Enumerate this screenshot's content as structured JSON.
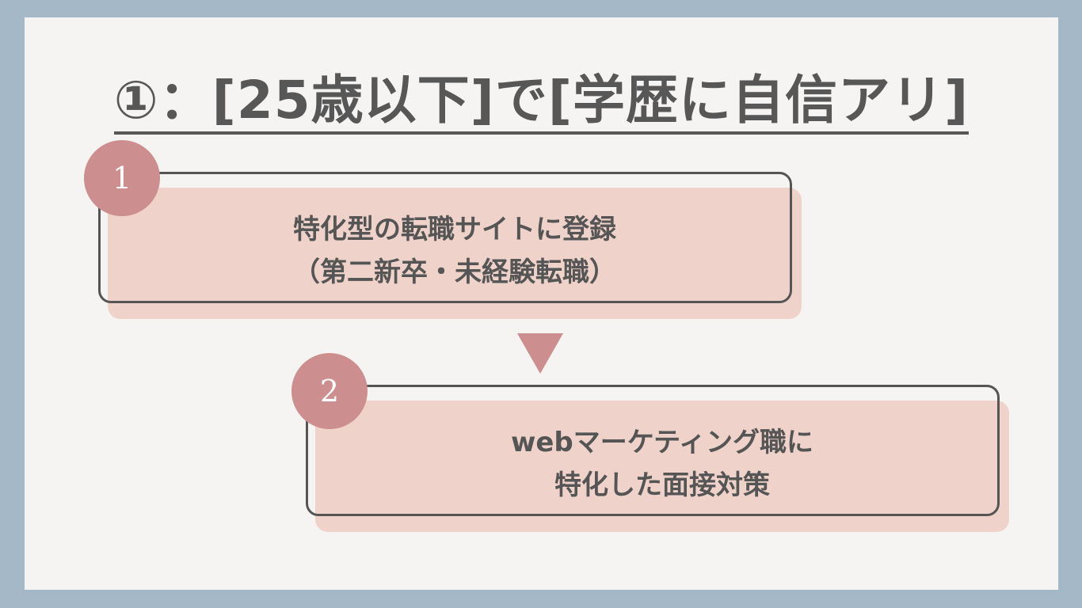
{
  "title": "①：[25歳以下]で[学歴に自信アリ]",
  "steps": [
    {
      "number": "1",
      "line1": "特化型の転職サイトに登録",
      "line2": "（第二新卒・未経験転職）"
    },
    {
      "number": "2",
      "line1": "webマーケティング職に",
      "line2": "特化した面接対策"
    }
  ],
  "colors": {
    "frame": "#a4b8c7",
    "background": "#f5f4f2",
    "accent": "#cc8e8e",
    "box_fill": "#efd2ca",
    "text": "#555555"
  }
}
